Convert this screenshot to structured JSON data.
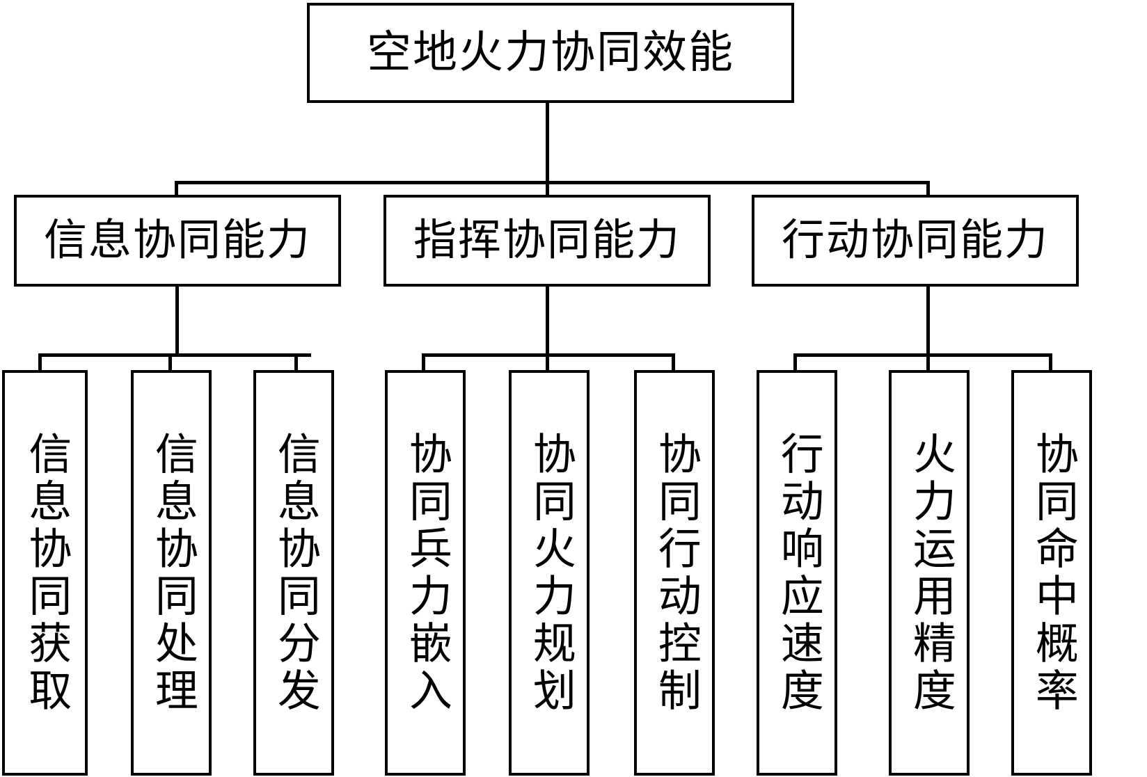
{
  "diagram": {
    "type": "hierarchy-tree",
    "orientation": "top-down",
    "levels": 3,
    "line_color": "#000000",
    "box_fill": "#ffffff",
    "text_color": "#000000",
    "root": {
      "id": "root",
      "label": "空地火力协同效能"
    },
    "branches": [
      {
        "id": "branch-information",
        "label": "信息协同能力",
        "children": [
          {
            "id": "leaf-info-acquire",
            "label": "信息协同获取"
          },
          {
            "id": "leaf-info-process",
            "label": "信息协同处理"
          },
          {
            "id": "leaf-info-distribute",
            "label": "信息协同分发"
          }
        ]
      },
      {
        "id": "branch-command",
        "label": "指挥协同能力",
        "children": [
          {
            "id": "leaf-force-embed",
            "label": "协同兵力嵌入"
          },
          {
            "id": "leaf-fire-plan",
            "label": "协同火力规划"
          },
          {
            "id": "leaf-action-control",
            "label": "协同行动控制"
          }
        ]
      },
      {
        "id": "branch-action",
        "label": "行动协同能力",
        "children": [
          {
            "id": "leaf-response-speed",
            "label": "行动响应速度"
          },
          {
            "id": "leaf-fire-accuracy",
            "label": "火力运用精度"
          },
          {
            "id": "leaf-hit-probability",
            "label": "协同命中概率"
          }
        ]
      }
    ]
  }
}
